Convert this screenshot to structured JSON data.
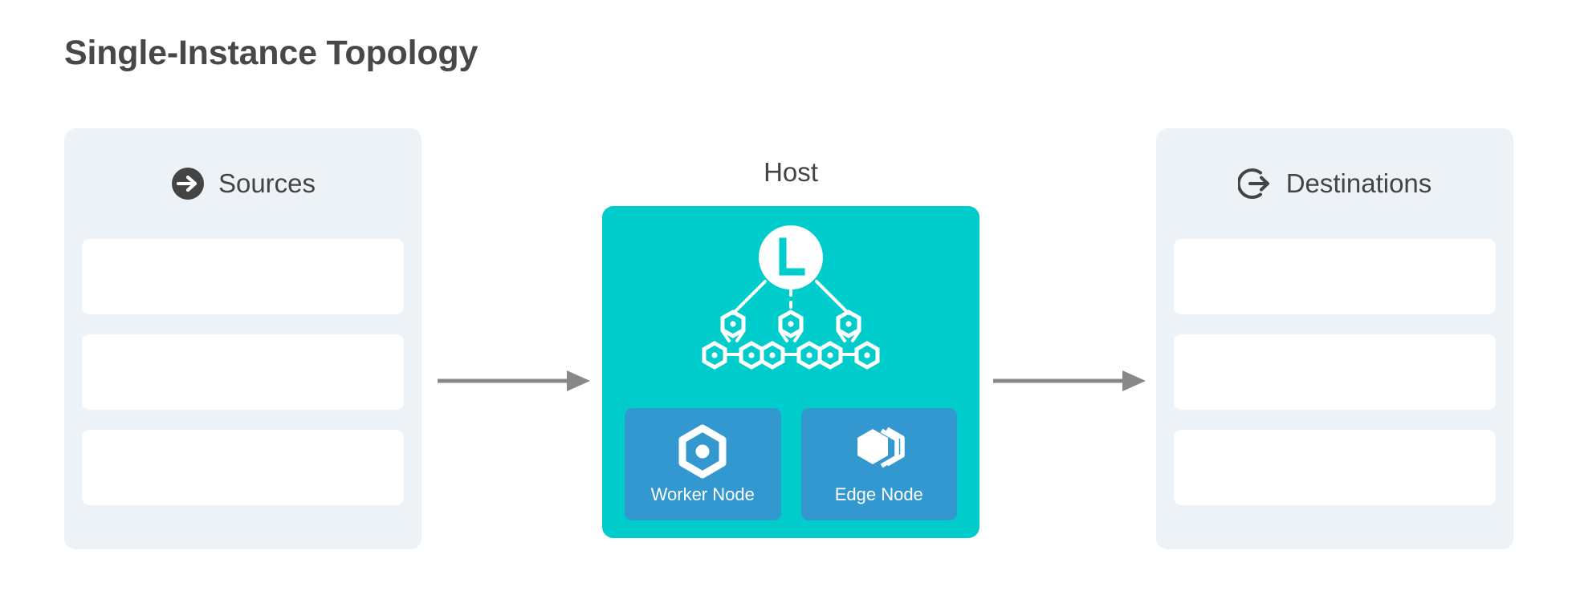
{
  "title": "Single-Instance Topology",
  "colors": {
    "teal": "#00CDCB",
    "node_blue": "#3498D0",
    "panel_bg": "#EDF2F6",
    "card_bg": "#FFFFFF",
    "text_dark": "#444444",
    "arrow_gray": "#888888"
  },
  "panels": {
    "sources": {
      "label": "Sources",
      "icon": "arrow-into-circle-icon",
      "cards": [
        {
          "label": ""
        },
        {
          "label": ""
        },
        {
          "label": ""
        }
      ]
    },
    "destinations": {
      "label": "Destinations",
      "icon": "sign-out-circle-icon",
      "cards": [
        {
          "label": ""
        },
        {
          "label": ""
        },
        {
          "label": ""
        }
      ]
    }
  },
  "host": {
    "label": "Host",
    "logo_letter": "L",
    "cluster_count": 3,
    "hexagons_per_cluster": 3,
    "nodes": [
      {
        "label": "Worker Node",
        "icon": "hexagon-dot-icon"
      },
      {
        "label": "Edge Node",
        "icon": "stacked-hexagon-icon"
      }
    ]
  },
  "flow": {
    "arrow_left": "arrow-right-icon",
    "arrow_right": "arrow-right-icon"
  }
}
